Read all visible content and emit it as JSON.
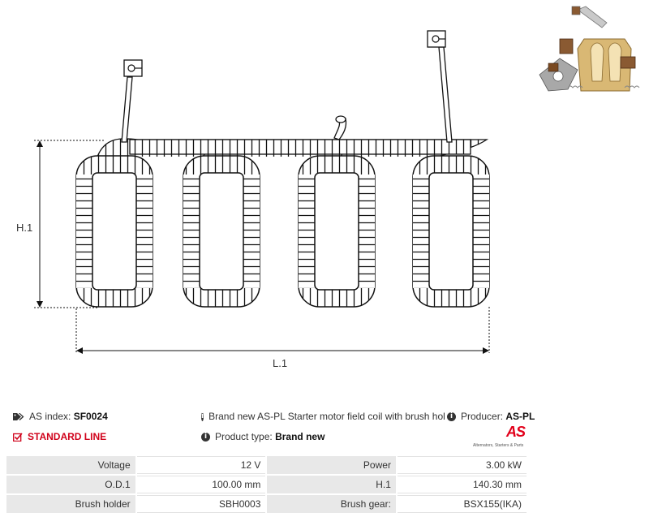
{
  "diagram": {
    "height_label": "H.1",
    "length_label": "L.1"
  },
  "info": {
    "as_index_label": "AS index:",
    "as_index_value": "SF0024",
    "description": "Brand new AS-PL Starter motor field coil with brush holder",
    "producer_label": "Producer:",
    "producer_value": "AS-PL",
    "standard_line": "STANDARD LINE",
    "product_type_label": "Product type:",
    "product_type_value": "Brand new"
  },
  "logo": {
    "text": "AS",
    "tagline": "Alternators, Starters & Parts",
    "color": "#e2001a"
  },
  "specs": {
    "rows": [
      [
        {
          "label": "Voltage",
          "value": "12 V"
        },
        {
          "label": "Power",
          "value": "3.00 kW"
        }
      ],
      [
        {
          "label": "O.D.1",
          "value": "100.00 mm"
        },
        {
          "label": "H.1",
          "value": "140.30 mm"
        }
      ],
      [
        {
          "label": "Brush holder",
          "value": "SBH0003"
        },
        {
          "label": "Brush gear:",
          "value": "BSX155(IKA)"
        }
      ]
    ]
  }
}
